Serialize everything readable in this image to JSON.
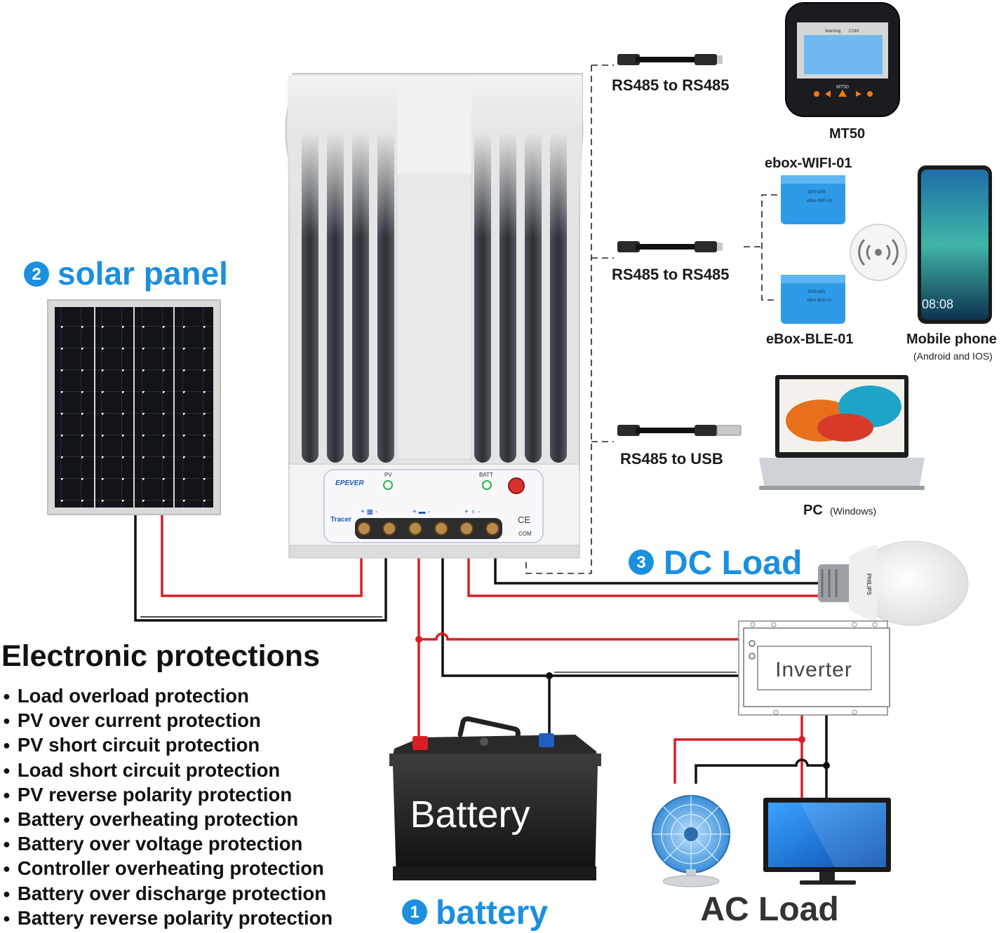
{
  "controller": {
    "brand": "EPEVER",
    "model": "Tracer",
    "pv_led_label": "PV",
    "batt_led_label": "BATT",
    "com_label": "COM",
    "ce_mark": "CE"
  },
  "sections": {
    "solar": {
      "number": "2",
      "title": "solar panel"
    },
    "dc_load": {
      "number": "3",
      "title": "DC Load"
    },
    "battery": {
      "number": "1",
      "title": "battery",
      "device_label": "Battery"
    },
    "ac_load": {
      "title": "AC Load"
    },
    "inverter": {
      "label": "Inverter"
    }
  },
  "comms": {
    "cable_1": "RS485 to RS485",
    "cable_2": "RS485 to RS485",
    "cable_3": "RS485 to USB",
    "mt50": {
      "label": "MT50",
      "screen_title": "MT50",
      "screen_warning": "Warning",
      "screen_com": "COM"
    },
    "ebox_wifi": "ebox-WIFI-01",
    "ebox_ble": "eBox-BLE-01",
    "ebox_wifi_face": "eBox-WIFI-01",
    "ebox_ble_face": "eBox-BLE-01",
    "ebox_brand": "EPEVER",
    "mobile": {
      "label": "Mobile phone",
      "sub": "(Android and IOS)",
      "clock": "08:08"
    },
    "pc": {
      "label": "PC",
      "sub": "(Windows)"
    },
    "bulb_brand": "PHILIPS"
  },
  "protections": {
    "title": "Electronic protections",
    "items": [
      "Load overload protection",
      "PV over current protection",
      "PV short circuit protection",
      "Load short circuit protection",
      "PV reverse polarity protection",
      "Battery overheating protection",
      "Battery over voltage protection",
      "Controller overheating protection",
      "Battery over discharge protection",
      "Battery reverse polarity protection"
    ]
  },
  "colors": {
    "accent_blue": "#1b8fe0",
    "wire_red": "#d81f26",
    "wire_black": "#111111",
    "device_blue": "#2f9be8"
  }
}
